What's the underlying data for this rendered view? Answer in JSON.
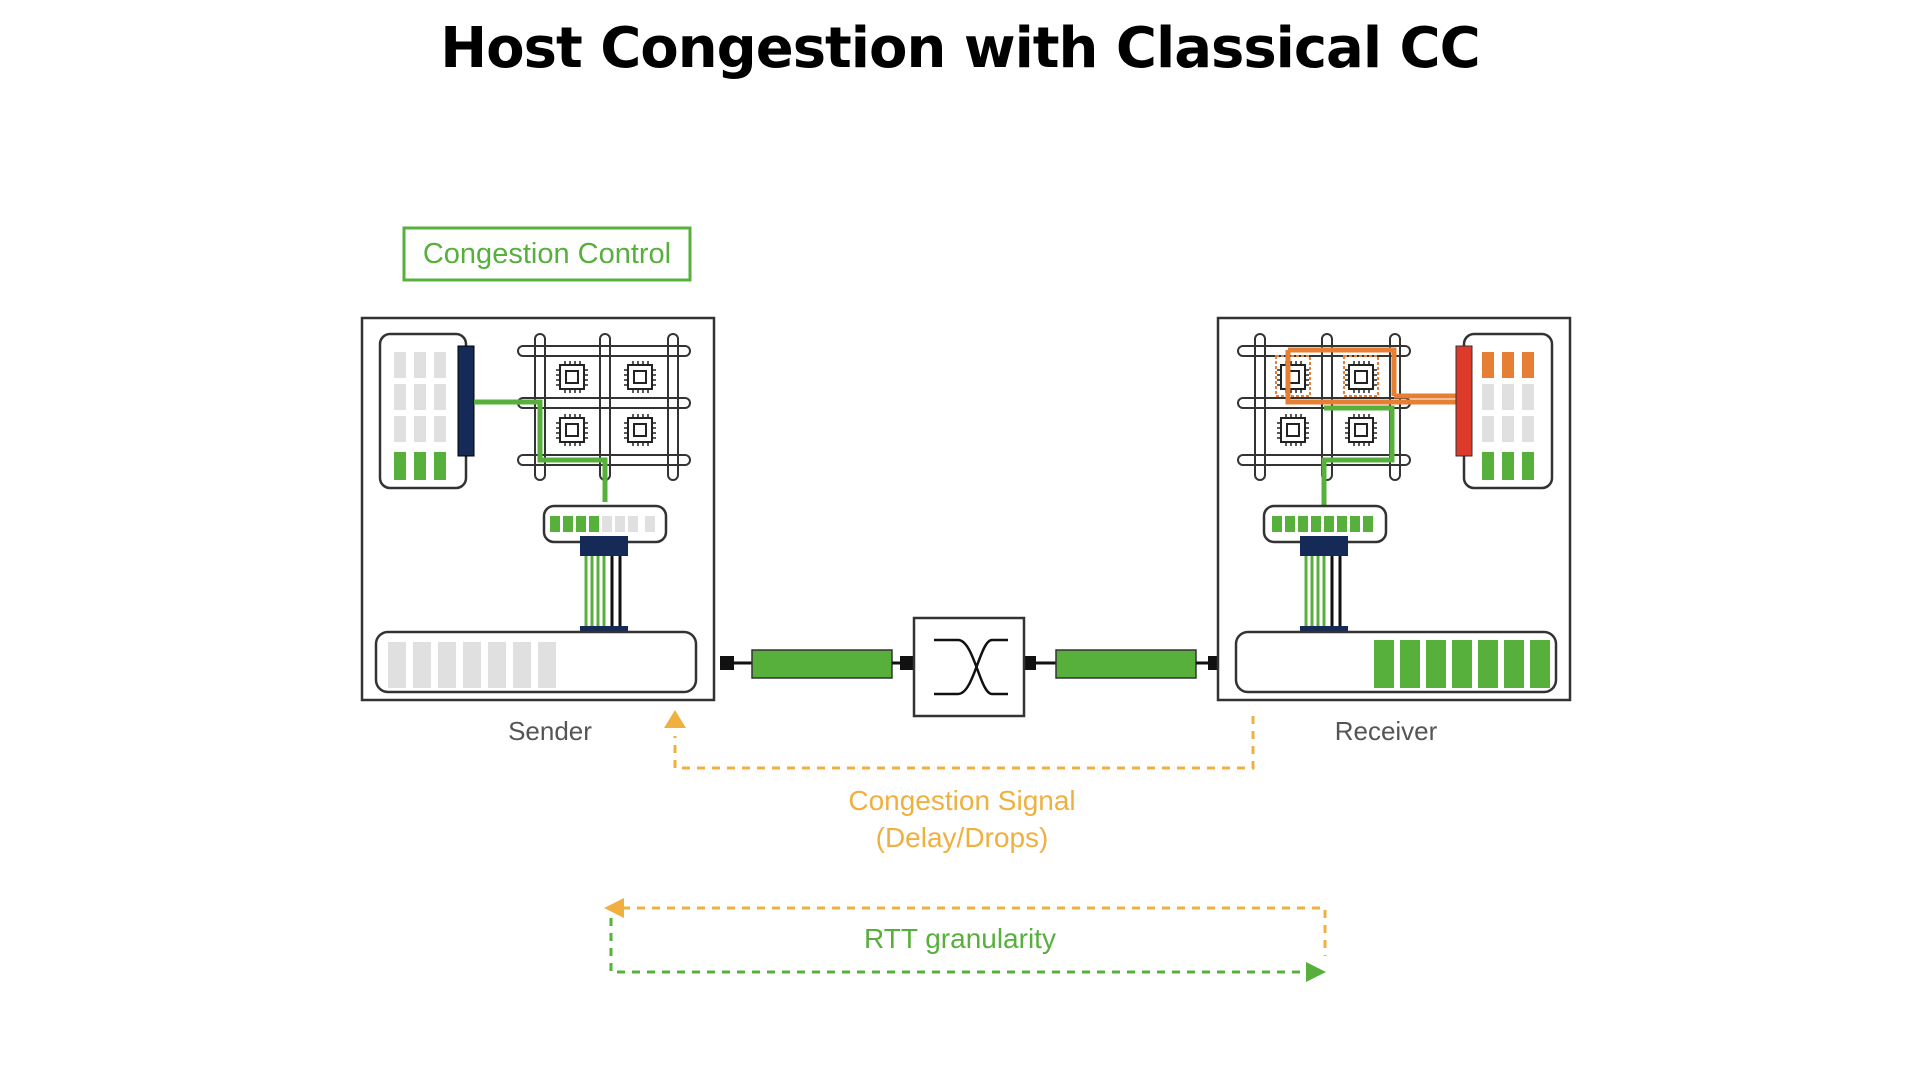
{
  "title": "Host Congestion with Classical CC",
  "labels": {
    "congestion_control": "Congestion Control",
    "sender": "Sender",
    "receiver": "Receiver",
    "congestion_signal": "Congestion Signal",
    "congestion_signal_detail": "(Delay/Drops)",
    "rtt_granularity": "RTT granularity"
  },
  "colors": {
    "green": "#56b03b",
    "orange": "#e67e33",
    "yellow": "#f0b040",
    "red": "#dd3a2a",
    "navy": "#162a58",
    "gray": "#e0e0e0",
    "text_gray": "#555555"
  }
}
